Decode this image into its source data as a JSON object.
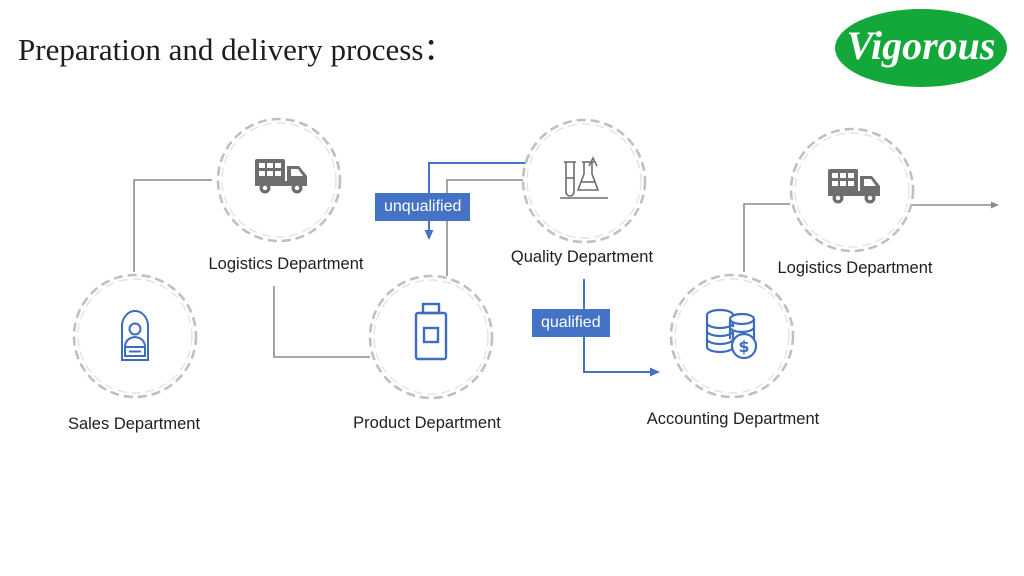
{
  "page": {
    "title": "Preparation and delivery process："
  },
  "logo": {
    "text": "Vigorous",
    "color": "#12a83a"
  },
  "nodes": {
    "sales": {
      "label": "Sales Department",
      "icon": "salesperson-icon"
    },
    "logistics_1": {
      "label": "Logistics  Department",
      "icon": "truck-icon"
    },
    "product": {
      "label": "Product  Department",
      "icon": "bottle-icon"
    },
    "quality": {
      "label": "Quality  Department",
      "icon": "lab-flask-icon"
    },
    "accounting": {
      "label": "Accounting Department",
      "icon": "coins-dollar-icon"
    },
    "logistics_2": {
      "label": "Logistics  Department",
      "icon": "truck-icon"
    }
  },
  "flow_tags": {
    "unqualified": "unqualified",
    "qualified": "qualified"
  },
  "colors": {
    "accent": "#4472c4",
    "icon_gray": "#6e6e6e",
    "icon_blue": "#3d6dbf",
    "circle_dash": "#c0c0c0",
    "connector": "#8c8c8c"
  }
}
